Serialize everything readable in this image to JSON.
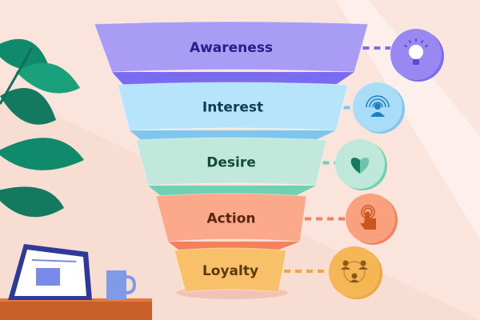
{
  "stages": [
    {
      "label": "Awareness",
      "icon": "lightbulb-icon",
      "color": "#a99cf5",
      "shadow": "#7a6cf0",
      "text_color": "#2a1a8a",
      "icon_color": "#9a88f2"
    },
    {
      "label": "Interest",
      "icon": "broadcast-person-icon",
      "color": "#b6e4fb",
      "shadow": "#7cc6ef",
      "text_color": "#123a52",
      "icon_color": "#a8dcf7"
    },
    {
      "label": "Desire",
      "icon": "heart-icon",
      "color": "#c2e8dc",
      "shadow": "#6fd0b4",
      "text_color": "#0f4a3c",
      "icon_color": "#bfe8da"
    },
    {
      "label": "Action",
      "icon": "tap-hand-icon",
      "color": "#fba98a",
      "shadow": "#f5815c",
      "text_color": "#5a2410",
      "icon_color": "#f9a07e"
    },
    {
      "label": "Loyalty",
      "icon": "community-icon",
      "color": "#f9c06a",
      "shadow": "#f0a540",
      "text_color": "#5a3a0a",
      "icon_color": "#f5b656"
    }
  ]
}
